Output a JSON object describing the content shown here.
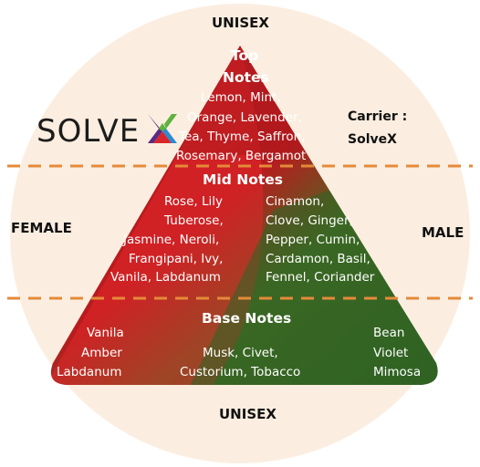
{
  "labels": {
    "unisex_top": "UNISEX",
    "unisex_bottom": "UNISEX",
    "female": "FEMALE",
    "male": "MALE",
    "carrier_line1": "Carrier :",
    "carrier_line2": "SolveX"
  },
  "logo": {
    "text": "SOLVE",
    "mark_icon": "x-logo-mark"
  },
  "top_notes": {
    "title_line1": "Top",
    "title_line2": "Notes",
    "items": [
      "Lemon, Mint,",
      "Orange, Lavender,",
      "Tea, Thyme, Saffron,",
      "Rosemary, Bergamot"
    ]
  },
  "mid_notes": {
    "title": "Mid Notes",
    "left_items": [
      "Rose, Lily",
      "Tuberose,",
      "Jasmine, Neroli,",
      "Frangipani, Ivy,",
      "Vanila, Labdanum"
    ],
    "right_items": [
      "Cinamon,",
      "Clove, Ginger,",
      "Pepper, Cumin,",
      "Cardamon, Basil,",
      "Fennel, Coriander"
    ]
  },
  "base_notes": {
    "title": "Base Notes",
    "left_items": [
      "Vanila",
      "Amber",
      "Labdanum"
    ],
    "center_items": [
      "Musk, Civet,",
      "Custorium, Tobacco"
    ],
    "right_items": [
      "Bean",
      "Violet",
      "Mimosa"
    ]
  },
  "colors": {
    "background_circle": "#fbeee0",
    "red": "#e01f24",
    "dark_red": "#b31b1e",
    "green": "#2f6a24",
    "dashed_line": "#e58a3a",
    "logo_purple": "#5a2a82",
    "logo_blue": "#2a8bd4",
    "logo_green": "#5cb23a",
    "logo_red": "#d9262b"
  }
}
